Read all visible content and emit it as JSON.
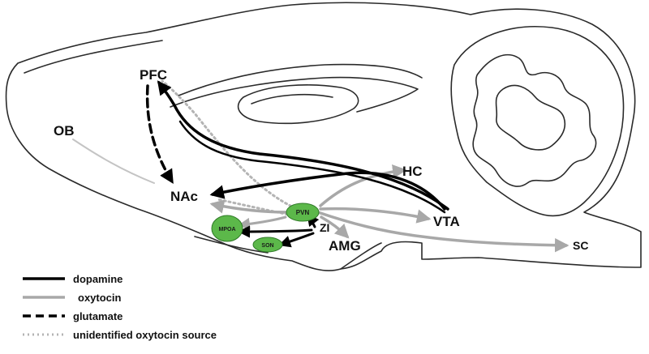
{
  "regions": {
    "pfc": "PFC",
    "ob": "OB",
    "nac": "NAc",
    "hc": "HC",
    "vta": "VTA",
    "zi": "ZI",
    "amg": "AMG",
    "sc": "SC"
  },
  "nuclei": {
    "pvn": "PVN",
    "mpoa": "MPOA",
    "son": "SON"
  },
  "legend": [
    {
      "label": "dopamine",
      "style": "solid-black"
    },
    {
      "label": "oxytocin",
      "style": "solid-gray"
    },
    {
      "label": "glutamate",
      "style": "dashed-black"
    },
    {
      "label": "unidentified oxytocin source",
      "style": "dotted-gray"
    }
  ],
  "colors": {
    "dopamine": "#000000",
    "oxytocin": "#a8a8a8",
    "glutamate": "#000000",
    "unidentified": "#b4b4b4",
    "nucleus_fill": "#5cb84a",
    "nucleus_stroke": "#2f7a27",
    "outline": "#2a2a2a"
  }
}
